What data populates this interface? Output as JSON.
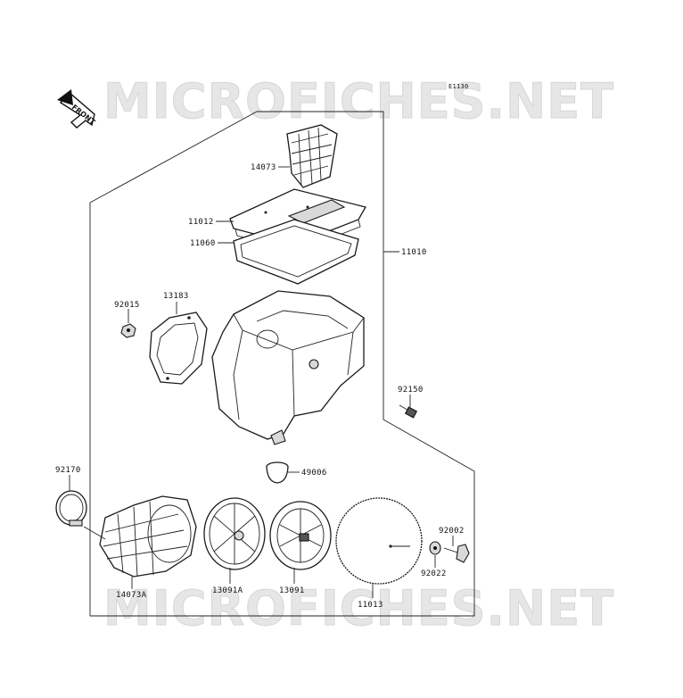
{
  "watermark": {
    "top": "MICROFICHES.NET",
    "bottom": "MICROFICHES.NET"
  },
  "figure_code": "E1130",
  "front_label": "FRONT",
  "parts": {
    "p14073": "14073",
    "p11012": "11012",
    "p11060": "11060",
    "p11010": "11010",
    "p92015": "92015",
    "p13183": "13183",
    "p92150": "92150",
    "p49006": "49006",
    "p92170": "92170",
    "p14073A": "14073A",
    "p13091A": "13091A",
    "p13091": "13091",
    "p11013": "11013",
    "p92002": "92002",
    "p92022": "92022"
  }
}
